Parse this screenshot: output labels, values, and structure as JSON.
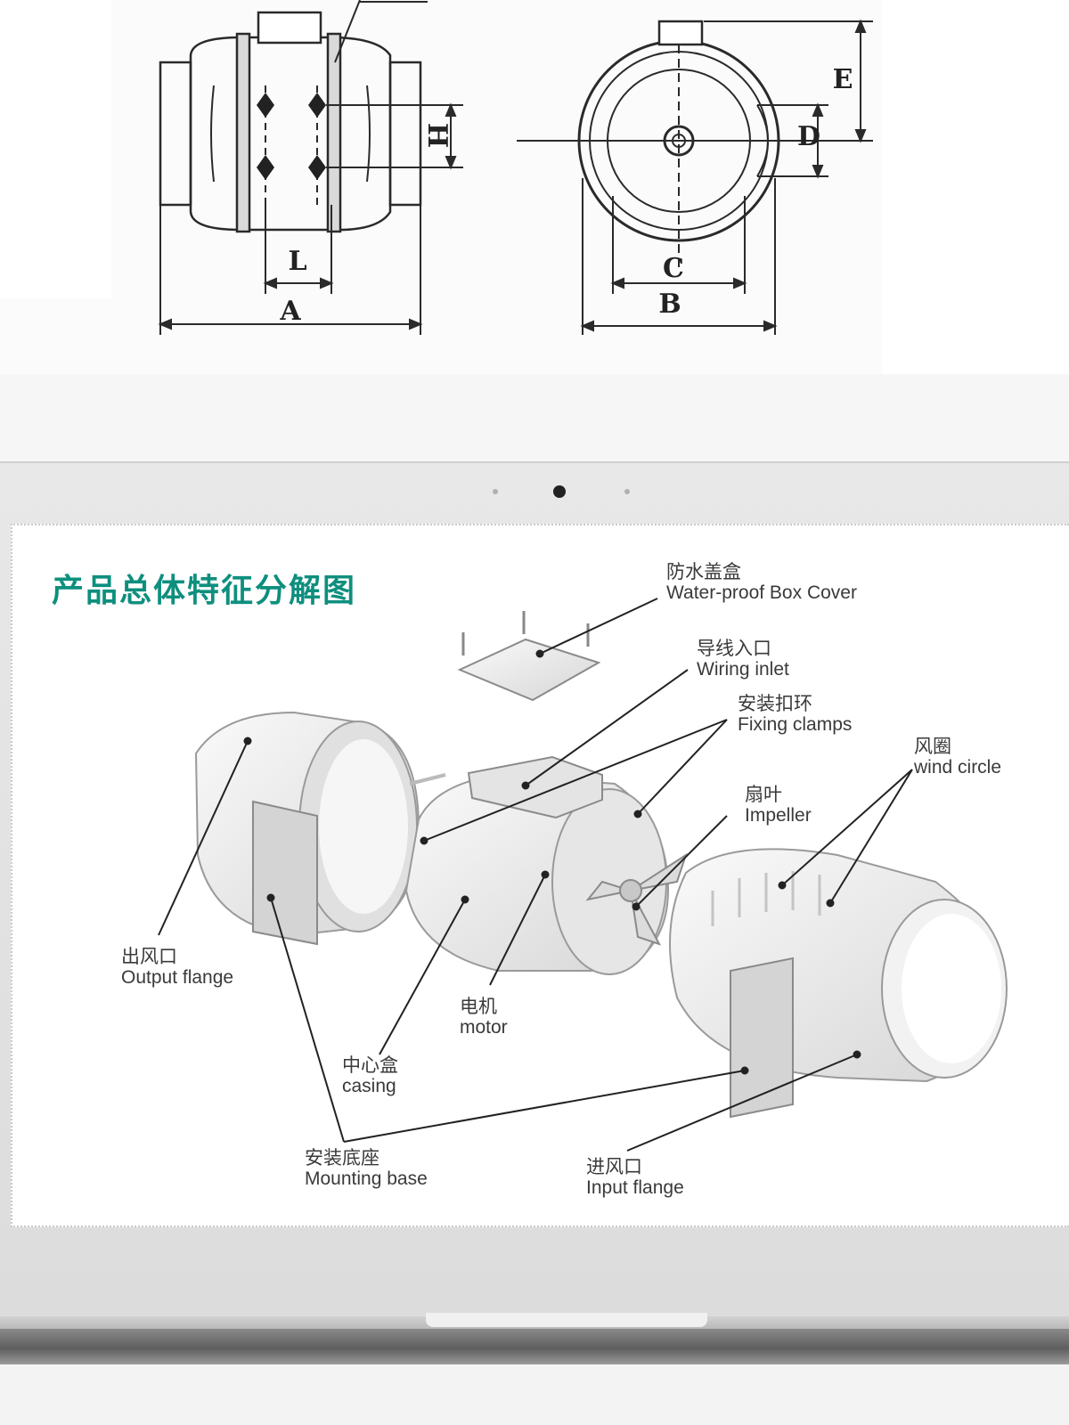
{
  "dimension_drawing": {
    "labels": {
      "A": "A",
      "B": "B",
      "C": "C",
      "D": "D",
      "E": "E",
      "H": "H",
      "L": "L"
    }
  },
  "exploded_view": {
    "title": "产品总体特征分解图",
    "parts": {
      "box_cover": {
        "zh": "防水盖盒",
        "en": "Water-proof Box Cover"
      },
      "wiring_inlet": {
        "zh": "导线入口",
        "en": "Wiring inlet"
      },
      "fixing_clamps": {
        "zh": "安装扣环",
        "en": "Fixing clamps"
      },
      "wind_circle": {
        "zh": "风圈",
        "en": "wind circle"
      },
      "impeller": {
        "zh": "扇叶",
        "en": "Impeller"
      },
      "output_flange": {
        "zh": "出风口",
        "en": "Output flange"
      },
      "motor": {
        "zh": "电机",
        "en": "motor"
      },
      "casing": {
        "zh": "中心盒",
        "en": "casing"
      },
      "mounting_base": {
        "zh": "安装底座",
        "en": "Mounting base"
      },
      "input_flange": {
        "zh": "进风口",
        "en": "Input flange"
      }
    }
  },
  "colors": {
    "title": "#0e8f7e",
    "line": "#2a2a2a",
    "body": "#ececec"
  }
}
